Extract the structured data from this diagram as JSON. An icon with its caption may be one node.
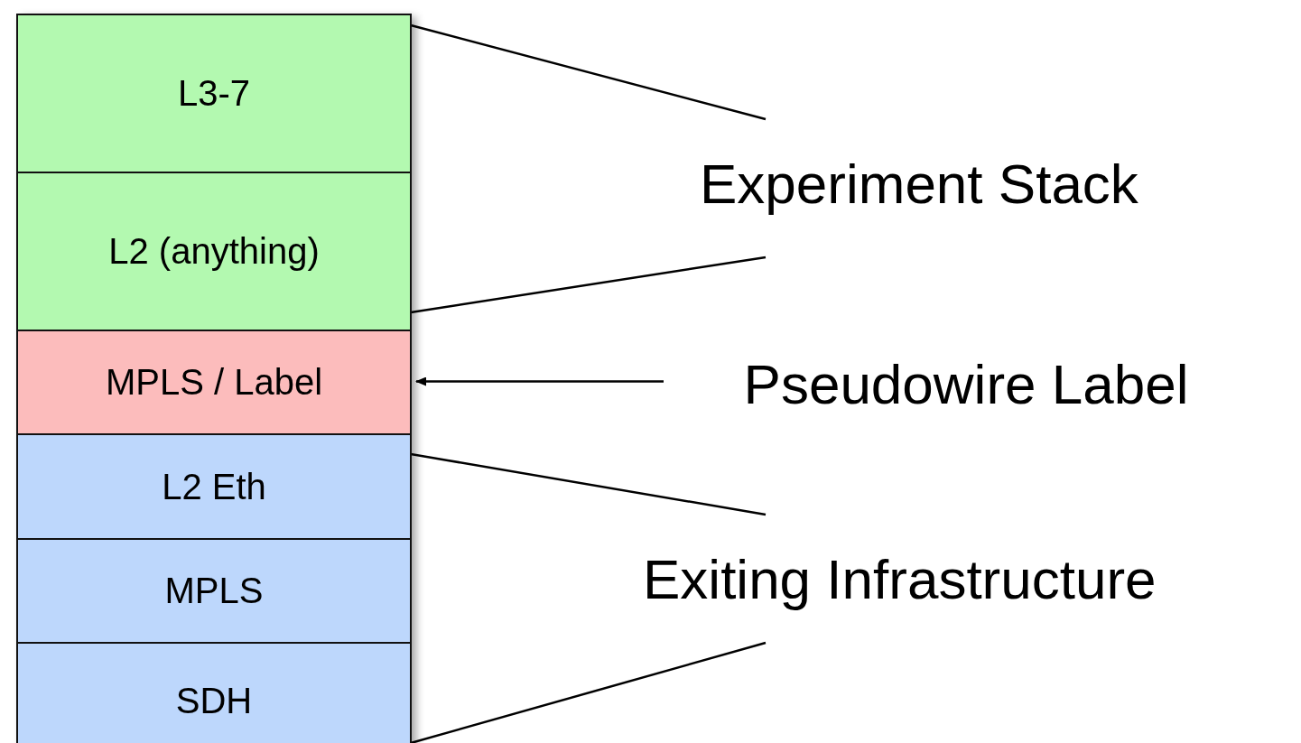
{
  "diagram": {
    "nodes": [
      {
        "text": [
          "L3-7"
        ]
      },
      {
        "text": [
          "L2 (anything)"
        ]
      },
      {
        "text": [
          "MPLS / Label"
        ]
      },
      {
        "text": [
          "L2 Eth"
        ]
      },
      {
        "text": [
          "MPLS"
        ]
      },
      {
        "text": [
          "SDH"
        ]
      },
      {
        "text": [
          "Pseudowire Label"
        ]
      }
    ],
    "edges": [
      {
        "from": 6,
        "to": 2,
        "arrow": "to"
      }
    ],
    "labels": [
      "Experiment Stack",
      "Exiting Infrastructure"
    ]
  }
}
